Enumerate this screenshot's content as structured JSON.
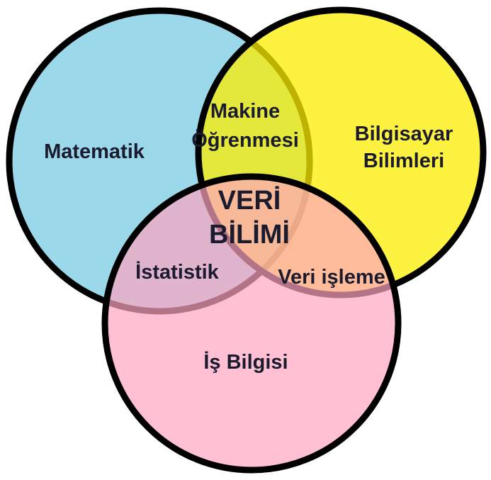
{
  "diagram": {
    "background_color": "#ffffff",
    "outline_color": "#000000",
    "text_color": "#1b1b2f",
    "sets": {
      "matematik": {
        "label": "Matematik",
        "fill": "#9ad8ea"
      },
      "bilgisayar": {
        "label_line1": "Bilgisayar",
        "label_line2": "Bilimleri",
        "fill": "#fcee00"
      },
      "is_bilgisi": {
        "label": "İş Bilgisi",
        "fill": "#ffa5c0"
      }
    },
    "intersections": {
      "makine_ogrenmesi": {
        "label_line1": "Makine",
        "label_line2": "Öğrenmesi"
      },
      "istatistik": {
        "label": "İstatistik"
      },
      "veri_isleme": {
        "label": "Veri işleme"
      },
      "veri_bilimi": {
        "label_line1": "VERİ",
        "label_line2": "BİLİMİ"
      }
    }
  }
}
